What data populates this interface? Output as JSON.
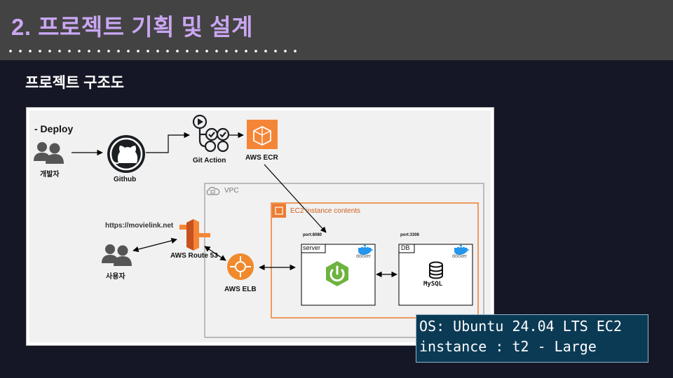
{
  "slide": {
    "title": "2. 프로젝트 기획 및 설계",
    "section_title": "프로젝트 구조도"
  },
  "diagram": {
    "deploy_label": "- Deploy",
    "developer_label": "개발자",
    "github_label": "Github",
    "git_action_label": "Git Action",
    "aws_ecr_label": "AWS ECR",
    "vpc_label": "VPC",
    "ec2_label": "EC2 instance contents",
    "url_label": "https://movielink.net",
    "route53_label": "AWS Route 53",
    "user_label": "사용자",
    "elb_label": "AWS ELB",
    "port_server": "port:8080",
    "port_db": "port:3306",
    "server_label": "server",
    "db_label": "DB",
    "docker_label_1": "docker",
    "docker_label_2": "docker",
    "mysql_label": "MySQL",
    "colors": {
      "ec2_orange": "#ed7d31",
      "aws_ecr": "#f58536",
      "elb_orange": "#f08a2d",
      "spring_green": "#6db33f",
      "docker_blue": "#2496ed"
    }
  },
  "info_box": {
    "text": "OS: Ubuntu 24.04 LTS EC2 instance : t2 - Large"
  }
}
